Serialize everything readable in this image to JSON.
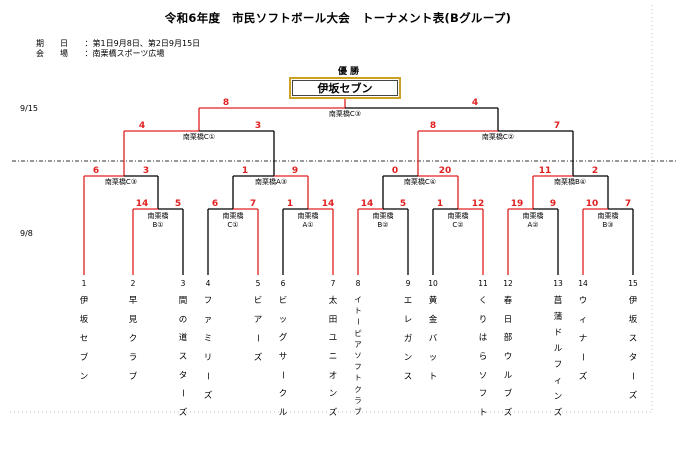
{
  "title": "令和6年度　市民ソフトボール大会　トーナメント表(Bグループ)",
  "info": {
    "period_label": "期　　日",
    "period_value": "：第1日9月8日、第2日9月15日",
    "place_label": "会　　場",
    "place_value": "：南栗橋スポーツ広場"
  },
  "champion": {
    "label": "優勝",
    "team": "伊坂セブン"
  },
  "dates": {
    "top": "9/15",
    "bottom": "9/8"
  },
  "venues": {
    "final": "南栗橋C③",
    "semi_left": "南栗橋C①",
    "semi_right": "南栗橋C②",
    "qf1": "南栗橋C③",
    "qf2": "南栗橋A③",
    "qf3": "南栗橋C④",
    "qf4": "南栗橋B④",
    "r1_b1": [
      "南栗橋",
      "B①"
    ],
    "r1_c1": [
      "南栗橋",
      "C①"
    ],
    "r1_a1": [
      "南栗橋",
      "A①"
    ],
    "r1_b2": [
      "南栗橋",
      "B②"
    ],
    "r1_c2": [
      "南栗橋",
      "C②"
    ],
    "r1_a2": [
      "南栗橋",
      "A②"
    ],
    "r1_b3": [
      "南栗橋",
      "B③"
    ]
  },
  "scores": {
    "final": [
      "8",
      "4"
    ],
    "semi_left": [
      "4",
      "3"
    ],
    "semi_right": [
      "8",
      "7"
    ],
    "qf1": [
      "6",
      "3"
    ],
    "qf2": [
      "1",
      "9"
    ],
    "qf3": [
      "0",
      "20"
    ],
    "qf4": [
      "11",
      "2"
    ],
    "r1_b1": [
      "14",
      "5"
    ],
    "r1_c1": [
      "6",
      "7"
    ],
    "r1_a1": [
      "1",
      "14"
    ],
    "r1_b2": [
      "14",
      "5"
    ],
    "r1_c2": [
      "1",
      "12"
    ],
    "r1_a2": [
      "19",
      "9"
    ],
    "r1_b3": [
      "10",
      "7"
    ]
  },
  "teams": [
    {
      "num": "1",
      "name": "伊坂セブン"
    },
    {
      "num": "2",
      "name": "早見クラブ"
    },
    {
      "num": "3",
      "name": "間の道スターズ"
    },
    {
      "num": "4",
      "name": "ファミリーズ"
    },
    {
      "num": "5",
      "name": "ビアーズ"
    },
    {
      "num": "6",
      "name": "ビッグサークル"
    },
    {
      "num": "7",
      "name": "太田ユニオンズ"
    },
    {
      "num": "8",
      "name": "イトーピアソフトクラブ"
    },
    {
      "num": "9",
      "name": "エレガンス"
    },
    {
      "num": "10",
      "name": "黄金バット"
    },
    {
      "num": "11",
      "name": "くりはらソフト"
    },
    {
      "num": "12",
      "name": "春日部ウルブズ"
    },
    {
      "num": "13",
      "name": "菖蒲ドルフィンズ"
    },
    {
      "num": "14",
      "name": "ウィナーズ"
    },
    {
      "num": "15",
      "name": "伊坂スターズ"
    }
  ],
  "colors": {
    "winner_line": "#e02020",
    "loser_line": "#000000",
    "champion_border": "#c9a227"
  }
}
